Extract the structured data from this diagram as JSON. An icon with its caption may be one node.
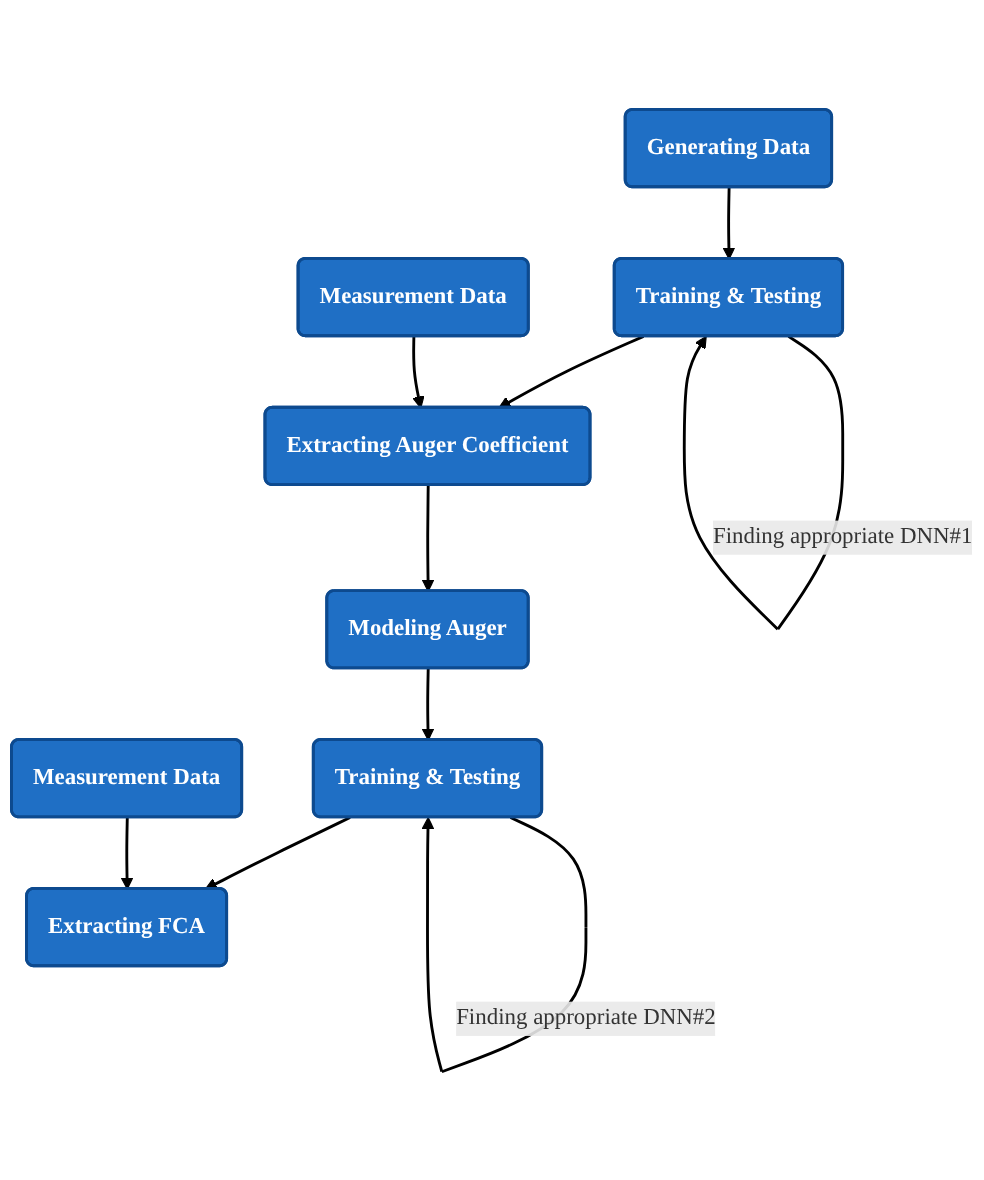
{
  "diagram": {
    "nodes": [
      {
        "text": [
          "Generating Data"
        ]
      },
      {
        "text": [
          "Training & Testing"
        ]
      },
      {
        "text": [
          "Extracting Auger Coefficient"
        ]
      },
      {
        "text": [
          "Measurement Data"
        ]
      },
      {
        "text": [
          "Modeling Auger"
        ]
      },
      {
        "text": [
          "Training & Testing"
        ]
      },
      {
        "text": [
          "Extracting FCA"
        ]
      },
      {
        "text": [
          "Measurement Data"
        ]
      }
    ],
    "edges": [
      {
        "from": 0,
        "to": 1,
        "arrow": "to"
      },
      {
        "from": 1,
        "to": 1,
        "arrow": "to",
        "label": "Finding appropriate DNN#1"
      },
      {
        "from": 1,
        "to": 2,
        "arrow": "to"
      },
      {
        "from": 3,
        "to": 2,
        "arrow": "to"
      },
      {
        "from": 2,
        "to": 4,
        "arrow": "to"
      },
      {
        "from": 4,
        "to": 5,
        "arrow": "to"
      },
      {
        "from": 5,
        "to": 5,
        "arrow": "to",
        "label": "Finding appropriate DNN#2"
      },
      {
        "from": 5,
        "to": 6,
        "arrow": "to"
      },
      {
        "from": 7,
        "to": 6,
        "arrow": "to"
      }
    ]
  }
}
